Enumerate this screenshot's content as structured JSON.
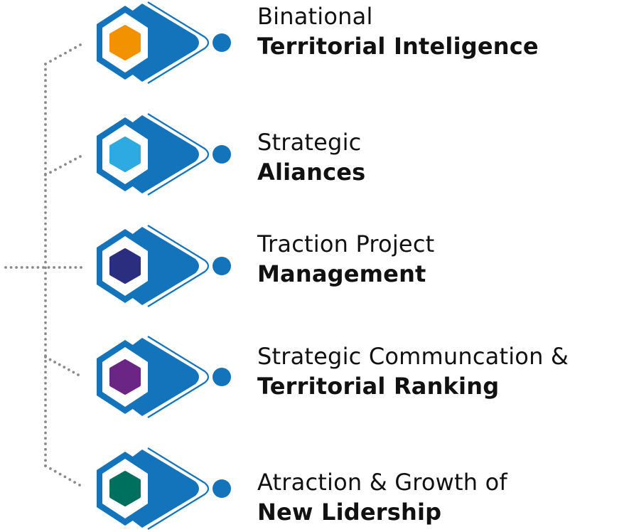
{
  "colors": {
    "primary_blue": "#1474bb",
    "connector_gray": "#8a8a8a"
  },
  "items": [
    {
      "line1": "Binational",
      "line2": "Territorial Inteligence",
      "inner_color": "#f39200",
      "icon": "hexagon-arrow-icon"
    },
    {
      "line1": "Strategic",
      "line2": "Aliances",
      "inner_color": "#2eaae2",
      "icon": "hexagon-arrow-icon"
    },
    {
      "line1": "Traction Project",
      "line2": "Management",
      "inner_color": "#2b2e7e",
      "icon": "hexagon-arrow-icon"
    },
    {
      "line1": "Strategic Communcation &",
      "line2": "Territorial Ranking",
      "inner_color": "#6a2585",
      "icon": "hexagon-arrow-icon"
    },
    {
      "line1": "Atraction & Growth of",
      "line2": "New Lidership",
      "inner_color": "#00705e",
      "icon": "hexagon-arrow-icon"
    }
  ]
}
